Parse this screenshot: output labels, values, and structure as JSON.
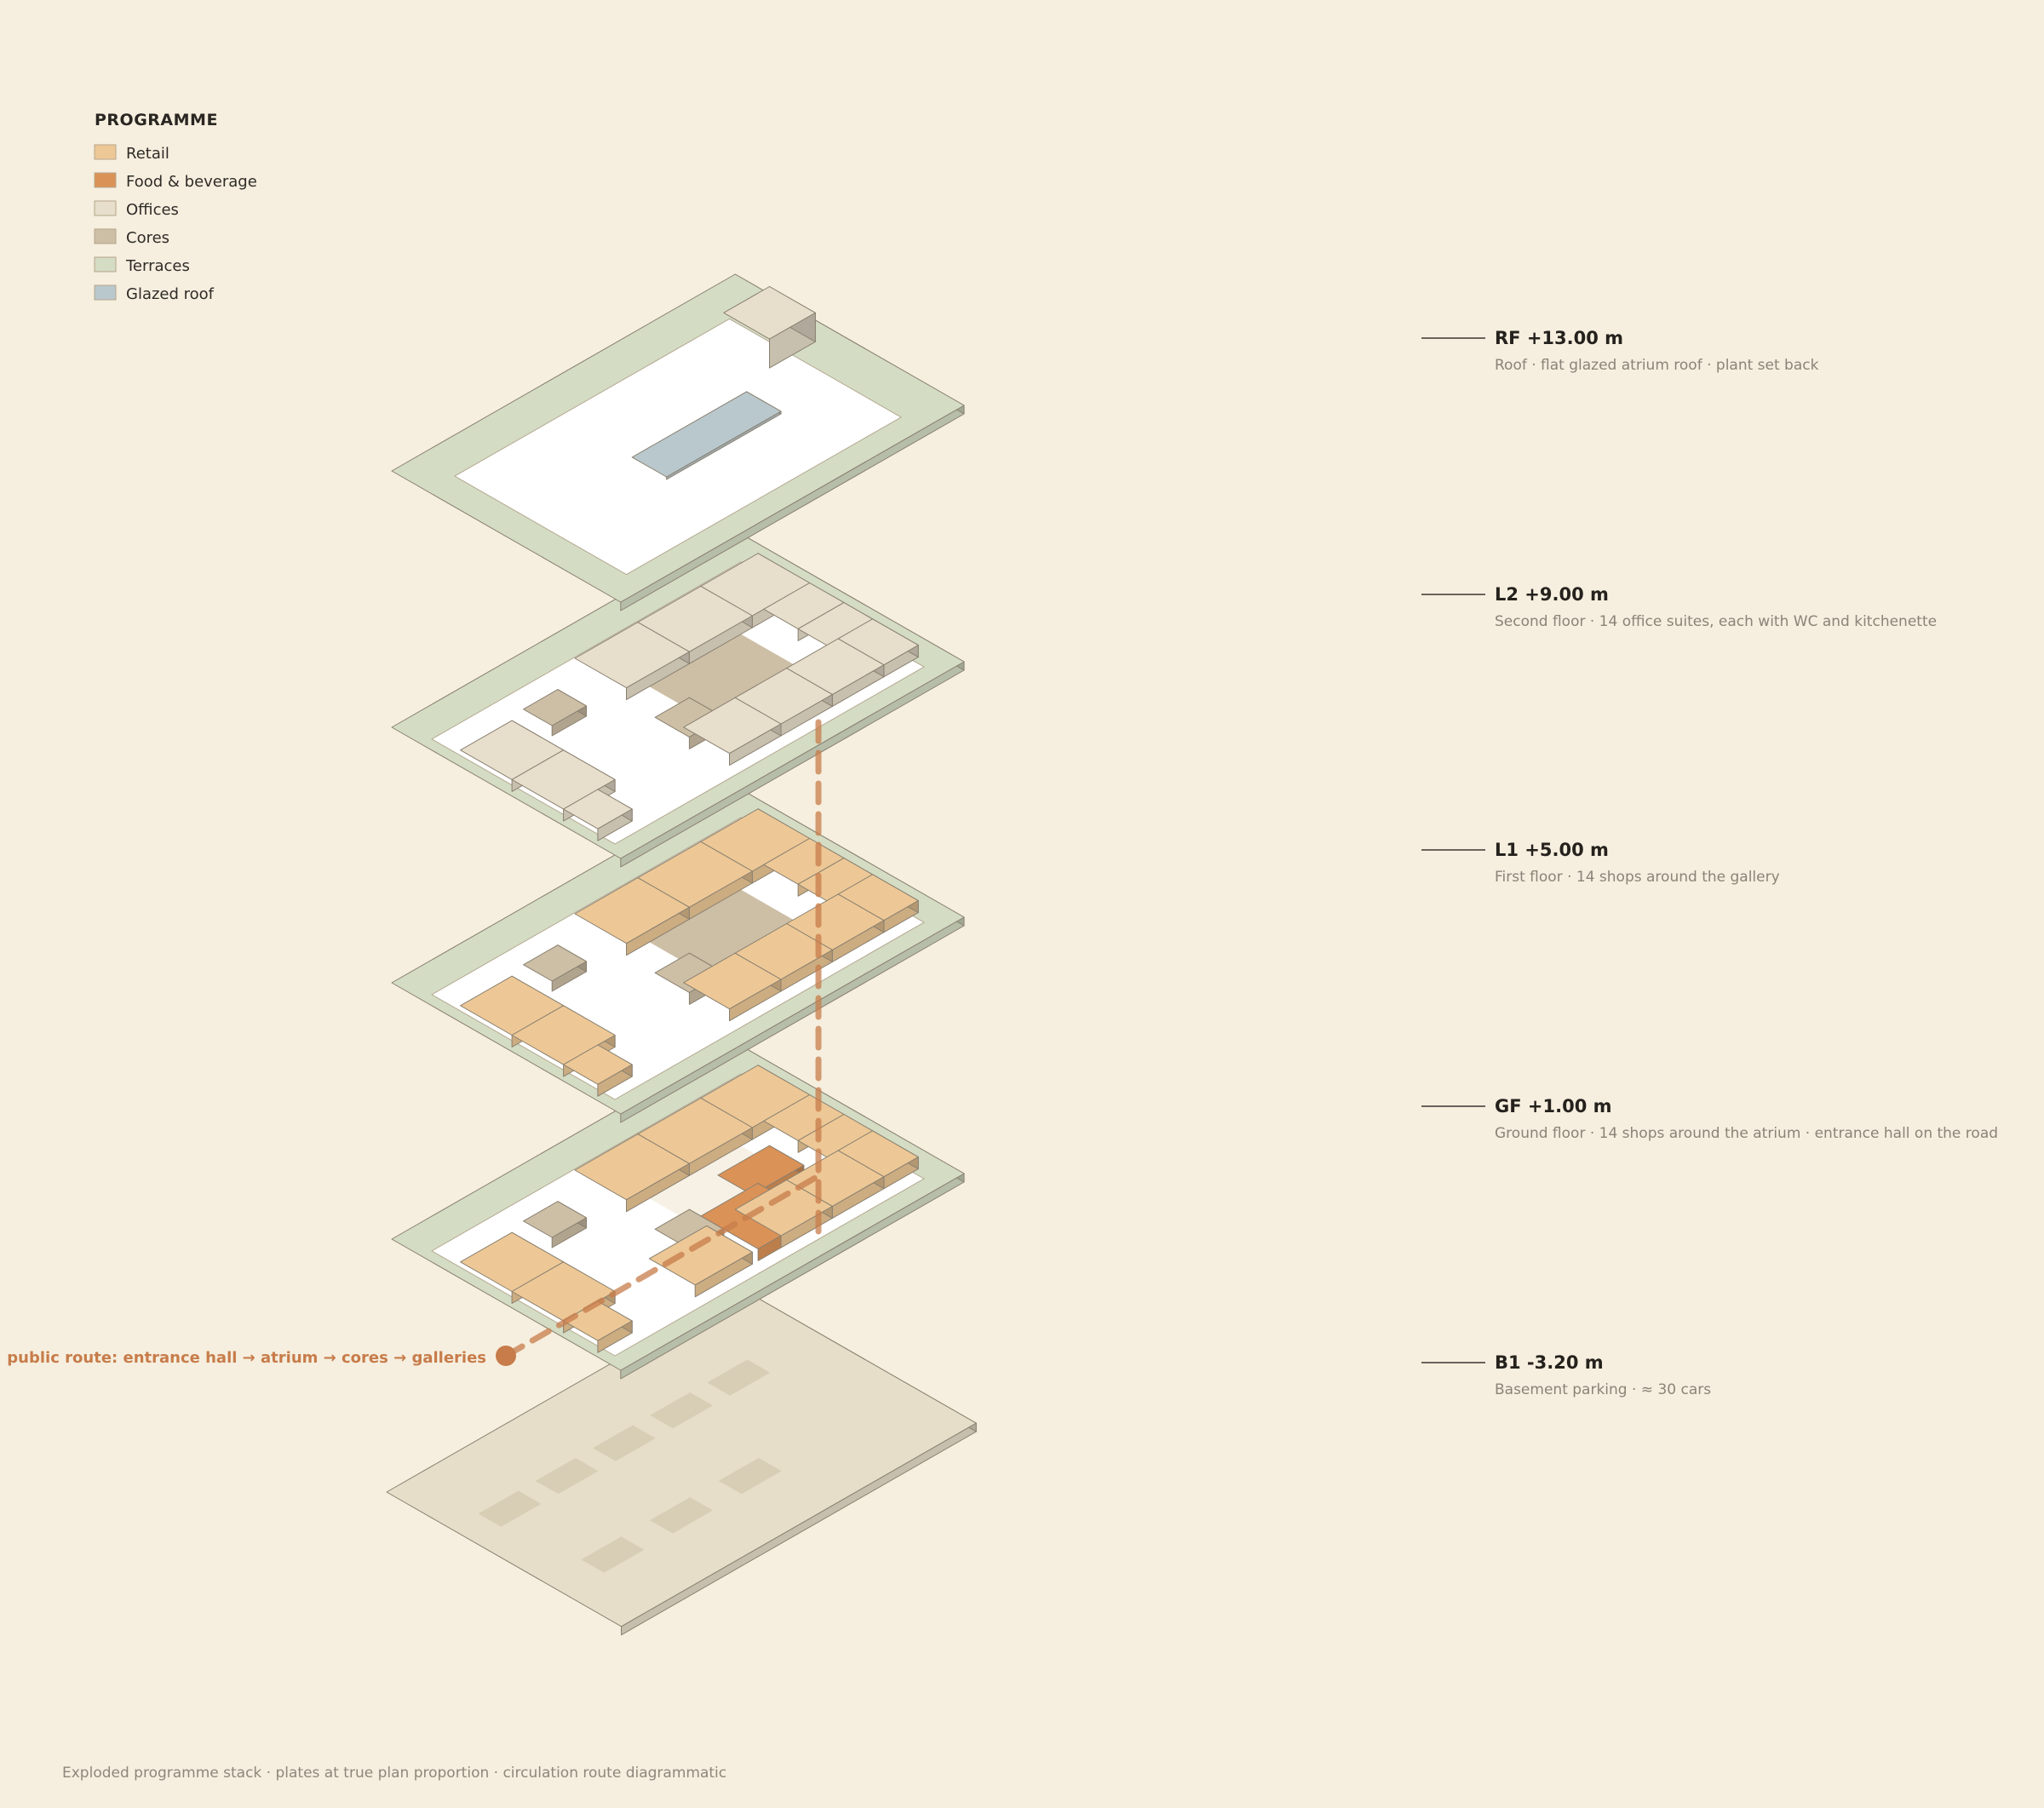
{
  "legend": {
    "title": "PROGRAMME",
    "items": [
      {
        "label": "Retail",
        "color": "#edc896"
      },
      {
        "label": "Food & beverage",
        "color": "#db9257"
      },
      {
        "label": "Offices",
        "color": "#e7dfcc"
      },
      {
        "label": "Cores",
        "color": "#cdbfa6"
      },
      {
        "label": "Terraces",
        "color": "#d4dcc4"
      },
      {
        "label": "Glazed roof",
        "color": "#b9c8cd"
      }
    ]
  },
  "levels": [
    {
      "name": "RF +13.00 m",
      "desc": "Roof · flat glazed atrium roof · plant set back"
    },
    {
      "name": "L2 +9.00 m",
      "desc": "Second floor · 14 office suites, each with WC and kitchenette"
    },
    {
      "name": "L1 +5.00 m",
      "desc": "First floor · 14 shops around the gallery"
    },
    {
      "name": "GF +1.00 m",
      "desc": "Ground floor · 14 shops around the atrium · entrance hall on the road"
    },
    {
      "name": "B1 -3.20 m",
      "desc": "Basement parking · ≈ 30 cars"
    }
  ],
  "route": {
    "label": "public route: entrance hall → atrium → cores → galleries",
    "color": "#c77c4a"
  },
  "footnote": "Exploded programme stack · plates at true plan proportion · circulation route diagrammatic",
  "colors": {
    "background": "#f6efdf",
    "terrace": "#d4dcc4",
    "white_floor": "#ffffff",
    "basement": "#e6dec9",
    "parking_bay": "#d8ceb6",
    "atrium_void": "#cdbfa6",
    "atrium_floor": "#f7f0e5"
  }
}
